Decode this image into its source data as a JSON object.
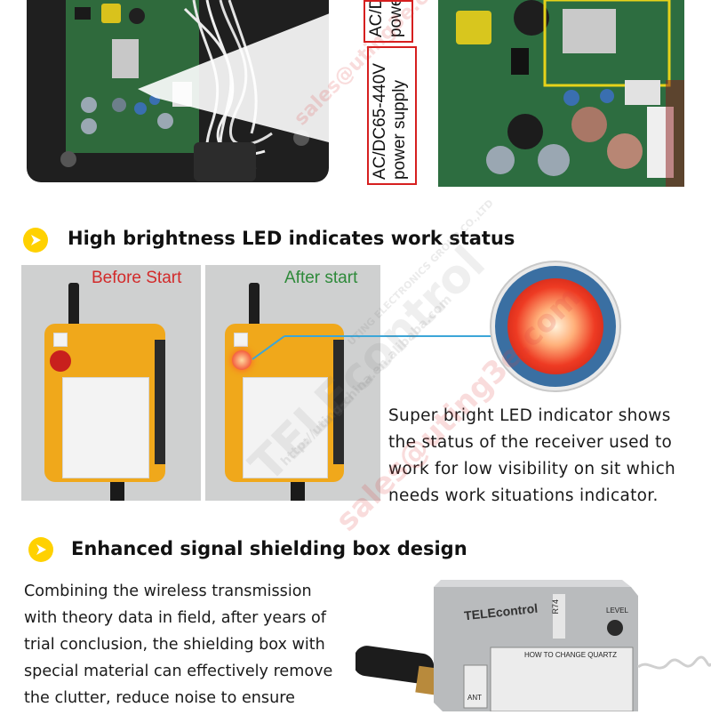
{
  "top_panel": {
    "label_top": "AC/DC power",
    "label_main_line1": "AC/DC65-440V",
    "label_main_line2": "power supply"
  },
  "section_led": {
    "title": "High brightness LED indicates work status",
    "before_label": "Before Start",
    "after_label": "After start",
    "description_lines": [
      "Super bright LED indicator shows",
      "the status of the receiver used to",
      "work for low visibility on sit which",
      "needs work situations indicator."
    ]
  },
  "section_shield": {
    "title": "Enhanced signal shielding box design",
    "description_lines": [
      "Combining the   wireless transmission",
      "with theory data in field, after years of",
      "trial conclusion,  the shielding box with",
      "special material can effectively remove",
      "the    clutter,  reduce  noise  to  ensure"
    ],
    "box_brand": "TELEcontrol",
    "box_part": "R74",
    "box_level": "LEVEL",
    "box_instructions": "HOW TO CHANGE QUARTZ",
    "box_ant": "ANT"
  },
  "watermark": {
    "brand": "TELEcontrol",
    "email": "sales@uting3e.com",
    "site": "http://uting-china.en.alibaba.com",
    "company": "UTING ELECTRONICS GROUP CO.,LTD"
  },
  "colors": {
    "accent_yellow": "#ffd100",
    "label_red": "#d61f1f",
    "before_red": "#d22a2a",
    "after_green": "#2e8a3a",
    "remote_orange": "#f0a81b"
  }
}
